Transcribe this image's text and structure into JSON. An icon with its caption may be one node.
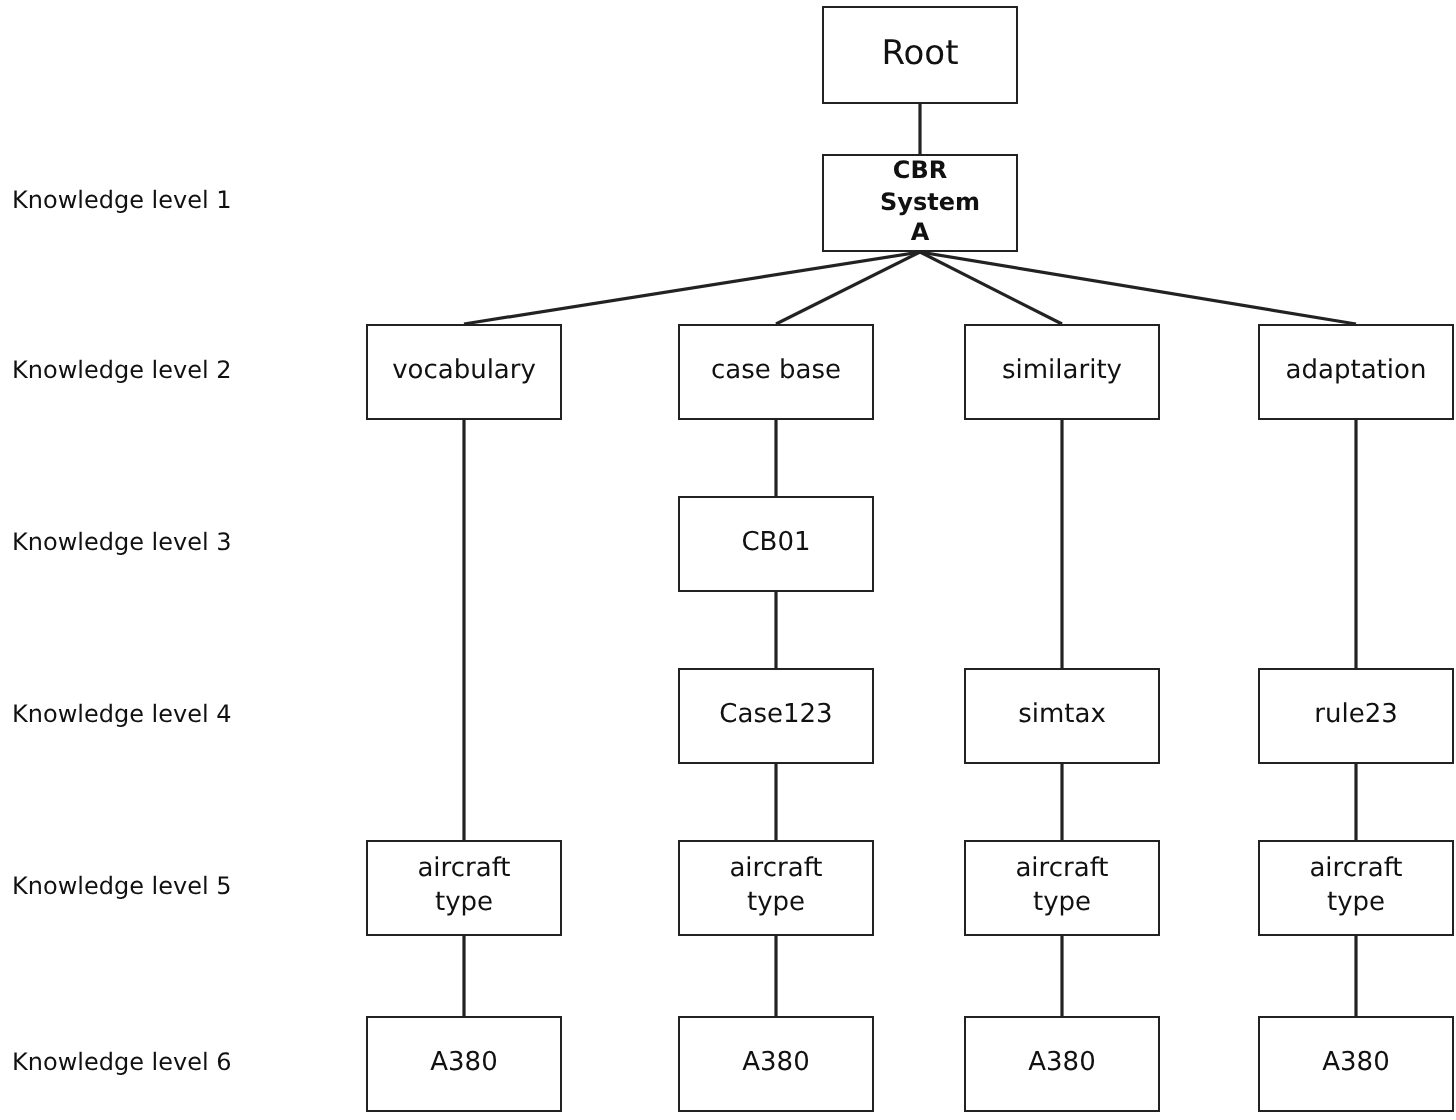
{
  "diagram": {
    "nodes": [
      {
        "text": [
          "Root"
        ]
      },
      {
        "text": [
          "CBR System A"
        ]
      },
      {
        "text": [
          "vocabulary"
        ]
      },
      {
        "text": [
          "case base"
        ]
      },
      {
        "text": [
          "similarity"
        ]
      },
      {
        "text": [
          "adaptation"
        ]
      },
      {
        "text": [
          "CB01"
        ]
      },
      {
        "text": [
          "Case123"
        ]
      },
      {
        "text": [
          "simtax"
        ]
      },
      {
        "text": [
          "rule23"
        ]
      },
      {
        "text": [
          "aircraft type"
        ]
      },
      {
        "text": [
          "aircraft type"
        ]
      },
      {
        "text": [
          "aircraft type"
        ]
      },
      {
        "text": [
          "aircraft type"
        ]
      },
      {
        "text": [
          "A380"
        ]
      },
      {
        "text": [
          "A380"
        ]
      },
      {
        "text": [
          "A380"
        ]
      },
      {
        "text": [
          "A380"
        ]
      }
    ],
    "edges": [
      {
        "from": 0,
        "to": 1,
        "arrow": "none"
      },
      {
        "from": 1,
        "to": 2,
        "arrow": "none"
      },
      {
        "from": 1,
        "to": 3,
        "arrow": "none"
      },
      {
        "from": 1,
        "to": 4,
        "arrow": "none"
      },
      {
        "from": 1,
        "to": 5,
        "arrow": "none"
      },
      {
        "from": 2,
        "to": 10,
        "arrow": "none"
      },
      {
        "from": 3,
        "to": 6,
        "arrow": "none"
      },
      {
        "from": 6,
        "to": 7,
        "arrow": "none"
      },
      {
        "from": 7,
        "to": 11,
        "arrow": "none"
      },
      {
        "from": 4,
        "to": 8,
        "arrow": "none"
      },
      {
        "from": 8,
        "to": 12,
        "arrow": "none"
      },
      {
        "from": 5,
        "to": 9,
        "arrow": "none"
      },
      {
        "from": 9,
        "to": 13,
        "arrow": "none"
      },
      {
        "from": 10,
        "to": 14,
        "arrow": "none"
      },
      {
        "from": 11,
        "to": 15,
        "arrow": "none"
      },
      {
        "from": 12,
        "to": 16,
        "arrow": "none"
      },
      {
        "from": 13,
        "to": 17,
        "arrow": "none"
      }
    ],
    "labels": [
      "Knowledge level 1",
      "Knowledge level 2",
      "Knowledge level 3",
      "Knowledge level 4",
      "Knowledge level 5",
      "Knowledge level 6"
    ]
  }
}
